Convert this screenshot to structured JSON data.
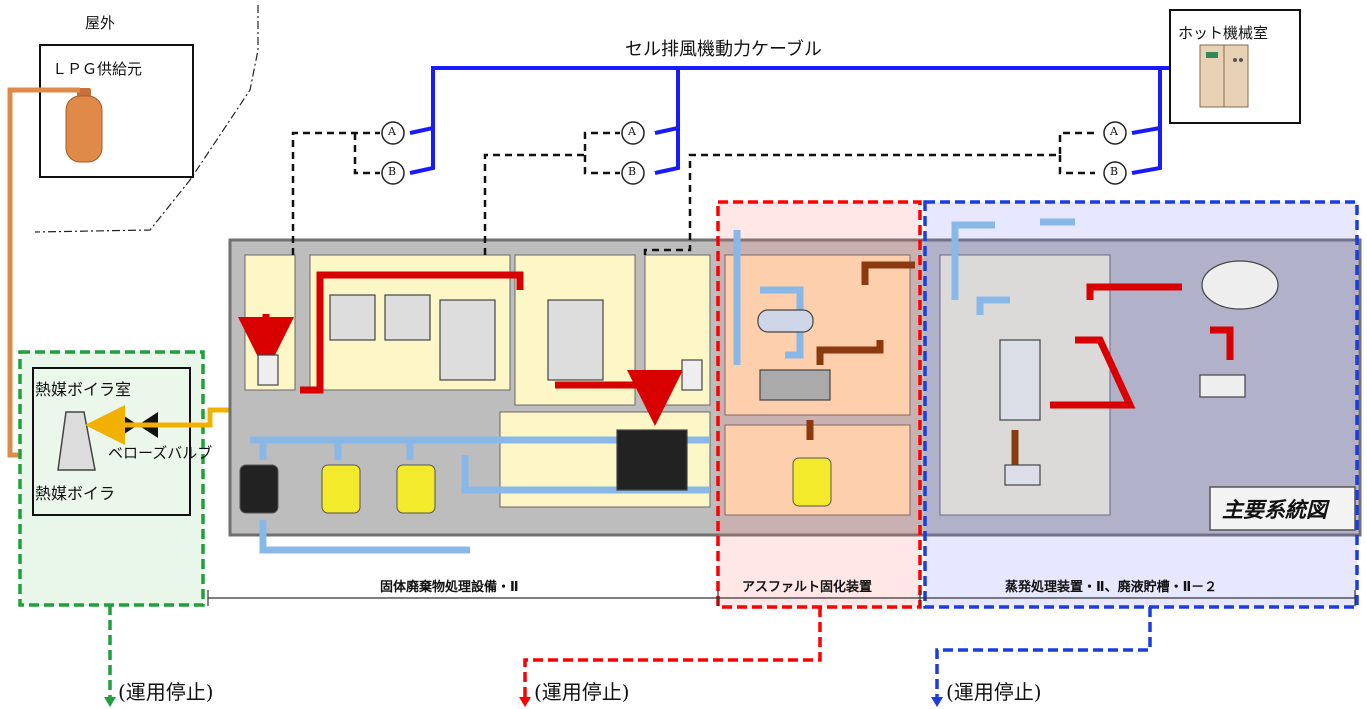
{
  "outdoor": {
    "area_label": "屋外",
    "supplier_label": "ＬＰＧ供給元"
  },
  "top_cable_label": "セル排風機動力ケーブル",
  "hot_machine_room_label": "ホット機械室",
  "fans": [
    {
      "group": "fan-group-3",
      "a_label": "A",
      "b_label": "B",
      "caption": ""
    },
    {
      "group": "fan-group-4",
      "a_label": "A",
      "b_label": "B",
      "caption": ""
    },
    {
      "group": "fan-group-5",
      "a_label": "A",
      "b_label": "B",
      "caption": ""
    }
  ],
  "boiler_room": {
    "room_label": "熱媒ボイラ室",
    "valve_label": "ベローズバルブ",
    "boiler_label": "熱媒ボイラ"
  },
  "main_diagram_title": "主要系統図",
  "sections": {
    "solid_waste": "固体廃棄物処理設備・Ⅱ",
    "asphalt": "アスファルト固化装置",
    "evaporator": "蒸発処理装置・Ⅱ、廃液貯槽・Ⅱ－２"
  },
  "status_labels": {
    "green": "(運用停止)",
    "red": "(運用停止)",
    "blue": "(運用停止)"
  },
  "colors": {
    "power_cable": "#1a1aff",
    "duct": "#111111",
    "lpg_line": "#e08a4a",
    "heat_medium_line": "#f2b100",
    "red_flow": "#d80000",
    "brown_flow": "#8b3a10",
    "light_blue_flow": "#88b8e8",
    "green_zone": "#1fa03a",
    "red_zone": "#ff0000",
    "blue_zone": "#1a3de0",
    "building_wall": "#707070",
    "cell_fill": "#fdf7c8"
  }
}
